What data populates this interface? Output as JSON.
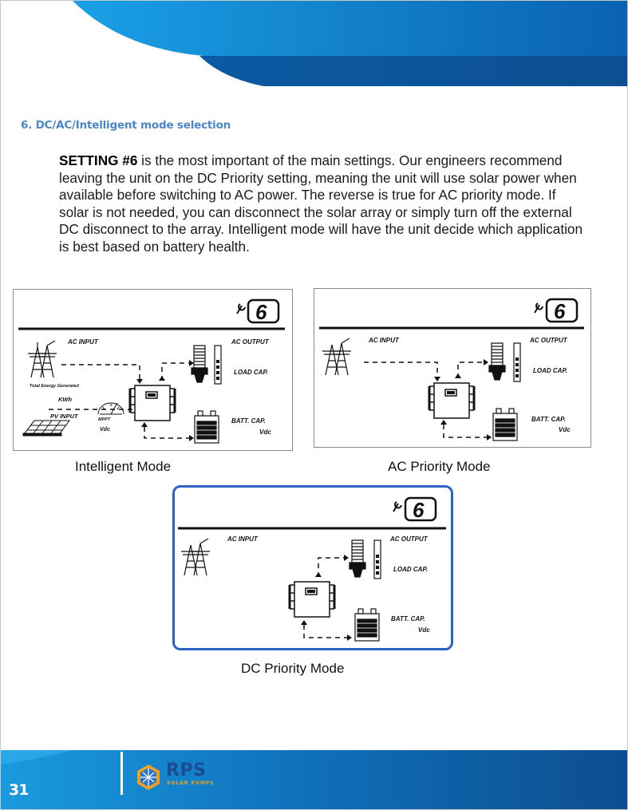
{
  "section": {
    "heading": "6. DC/AC/Intelligent mode selection"
  },
  "intro": {
    "bold_lead": "SETTING #6",
    "text": " is the most important of the main settings. Our engineers recommend leaving the unit on the DC Priority setting, meaning the unit will use solar power when available before switching to AC power. The reverse is true for AC priority mode. If solar is not needed, you can disconnect the solar array or simply turn off the external DC disconnect to the array. Intelligent mode will have the unit decide which application is best based on battery health."
  },
  "panels": {
    "intelligent": {
      "setting_digit": "6",
      "ac_input": "AC INPUT",
      "ac_output": "AC OUTPUT",
      "load_cap": "LOAD CAP.",
      "batt_cap": "BATT. CAP.",
      "vdc": "Vdc",
      "total_energy": "Total Energy Generated",
      "kwh": "KWh",
      "pv_input": "PV INPUT",
      "mppt": "MPPT",
      "mppt_vdc": "Vdc",
      "caption": "Intelligent Mode"
    },
    "ac_priority": {
      "setting_digit": "6",
      "ac_input": "AC INPUT",
      "ac_output": "AC OUTPUT",
      "load_cap": "LOAD CAP.",
      "batt_cap": "BATT. CAP.",
      "vdc": "Vdc",
      "caption": "AC Priority Mode"
    },
    "dc_priority": {
      "setting_digit": "6",
      "ac_input": "AC INPUT",
      "ac_output": "AC OUTPUT",
      "load_cap": "LOAD CAP.",
      "batt_cap": "BATT. CAP.",
      "vdc": "Vdc",
      "caption": "DC Priority Mode"
    }
  },
  "footer": {
    "page_number": "31",
    "brand": "RPS",
    "brand_sub": "SOLAR PUMPS"
  },
  "colors": {
    "header_blue_dark": "#0a5ea8",
    "header_blue_light": "#1e9be0",
    "heading_blue": "#4a86c8",
    "highlight_border": "#2a63c4"
  }
}
